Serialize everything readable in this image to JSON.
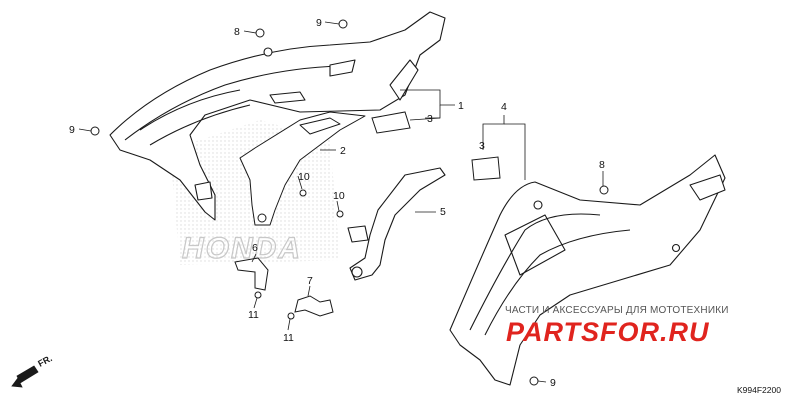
{
  "callouts": [
    {
      "id": "c1",
      "text": "1"
    },
    {
      "id": "c2",
      "text": "2"
    },
    {
      "id": "c3a",
      "text": "3"
    },
    {
      "id": "c3b",
      "text": "3"
    },
    {
      "id": "c4",
      "text": "4"
    },
    {
      "id": "c5",
      "text": "5"
    },
    {
      "id": "c6",
      "text": "6"
    },
    {
      "id": "c7",
      "text": "7"
    },
    {
      "id": "c8a",
      "text": "8"
    },
    {
      "id": "c8b",
      "text": "8"
    },
    {
      "id": "c9a",
      "text": "9"
    },
    {
      "id": "c9b",
      "text": "9"
    },
    {
      "id": "c9c",
      "text": "9"
    },
    {
      "id": "c10a",
      "text": "10"
    },
    {
      "id": "c10b",
      "text": "10"
    },
    {
      "id": "c11a",
      "text": "11"
    },
    {
      "id": "c11b",
      "text": "11"
    }
  ],
  "direction_label": "FR.",
  "logo_text": "HONDA",
  "watermark": {
    "tagline": "ЧАСТИ И АКСЕССУАРЫ ДЛЯ МОТОТЕХНИКИ",
    "site": "PARTSFOR.RU"
  },
  "diagram_code": "K994F2200",
  "colors": {
    "line": "#1a1a1a",
    "watermark_red": "#e0241e",
    "logo_gray": "#d0d0d0"
  }
}
